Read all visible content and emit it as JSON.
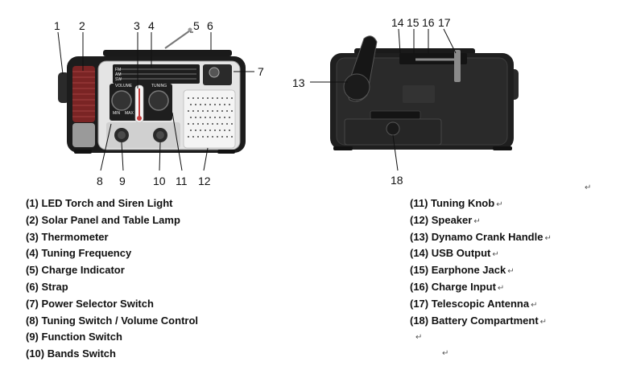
{
  "callouts_front": [
    "1",
    "2",
    "3",
    "4",
    "5",
    "6",
    "7",
    "8",
    "9",
    "10",
    "11",
    "12"
  ],
  "callouts_back": [
    "13",
    "14",
    "15",
    "16",
    "17",
    "18"
  ],
  "radio_labels": {
    "volume": "VOLUME",
    "tuning": "TUNING",
    "min": "MIN",
    "max": "MAX",
    "bands": [
      "FM",
      "AM",
      "SW"
    ]
  },
  "legend_left": [
    "(1) LED Torch and Siren Light",
    "(2) Solar Panel and Table Lamp",
    "(3) Thermometer",
    "(4) Tuning Frequency",
    "(5) Charge Indicator",
    "(6) Strap",
    "(7) Power Selector Switch",
    "(8) Tuning Switch / Volume Control",
    "(9) Function Switch",
    "(10) Bands Switch"
  ],
  "legend_right": [
    "(11) Tuning Knob",
    "(12) Speaker",
    "(13) Dynamo Crank Handle",
    "(14) USB Output",
    "(15) Earphone Jack",
    "(16) Charge Input",
    "(17) Telescopic Antenna",
    "(18) Battery Compartment"
  ],
  "return_mark": "↵",
  "colors": {
    "body_dark": "#1c1c1c",
    "panel_silver": "#d9d9d9",
    "speaker_white": "#f2f2f2",
    "solar_red": "#8a2b2b"
  }
}
